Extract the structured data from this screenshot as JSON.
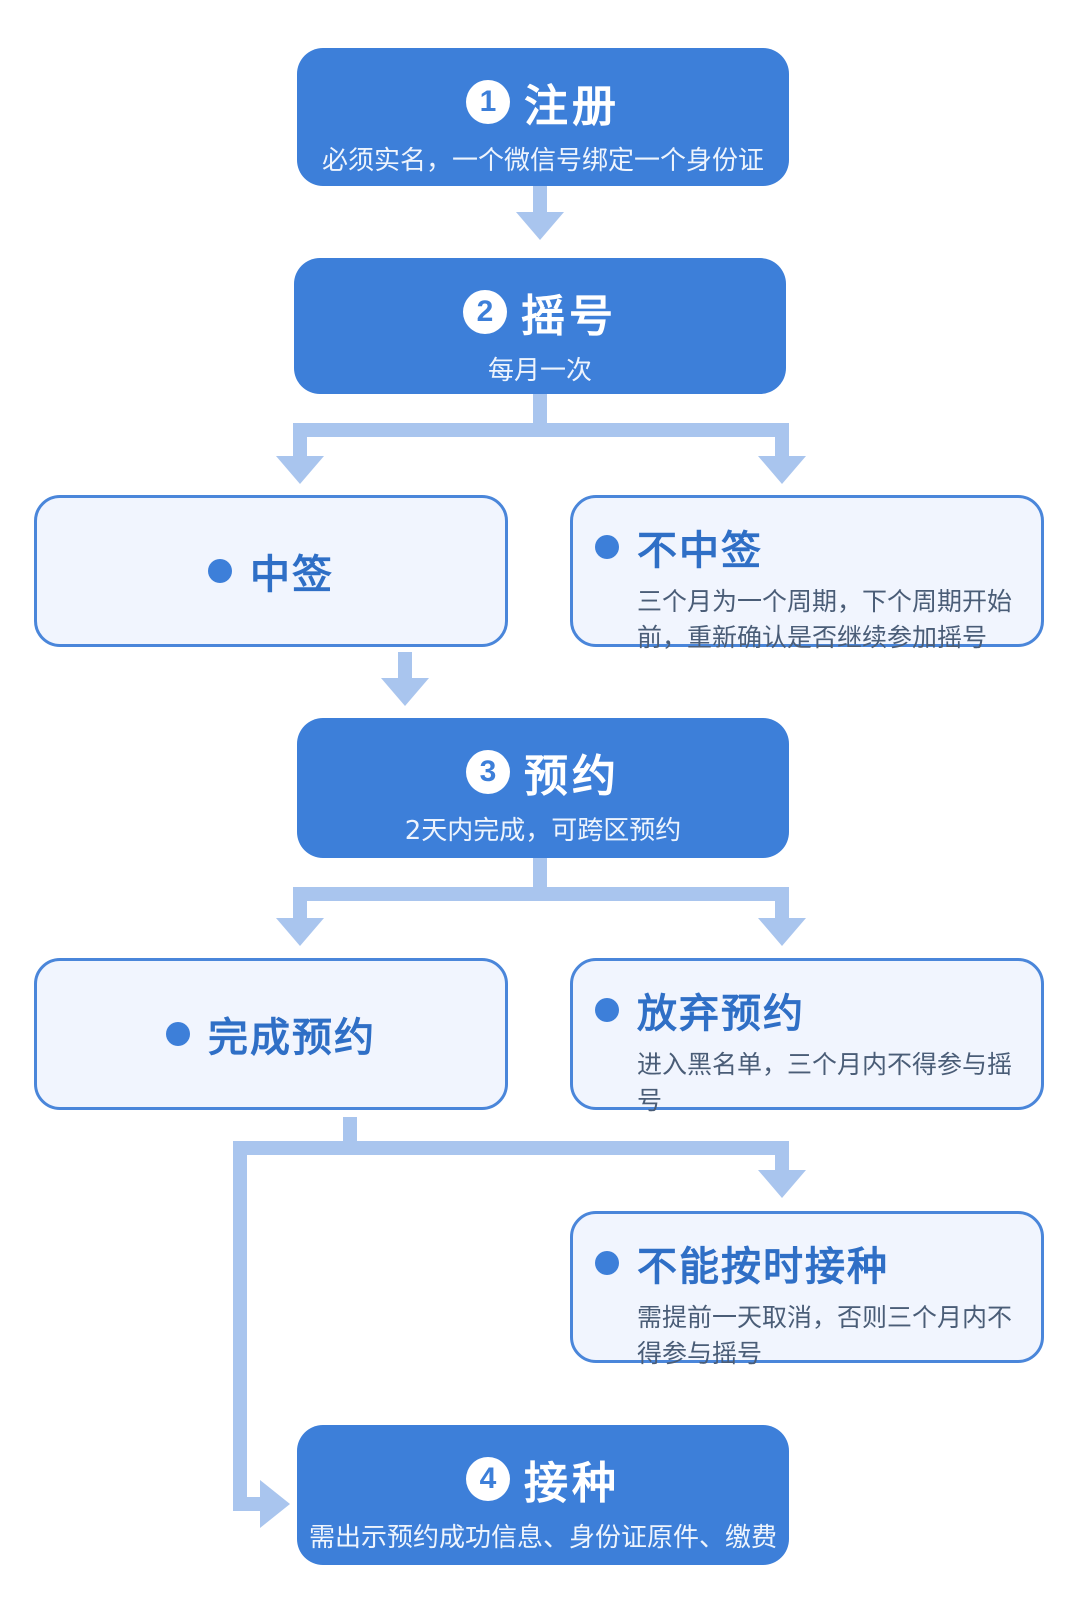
{
  "colors": {
    "step_fill": "#3d7fd9",
    "outcome_fill": "#f1f5fe",
    "outcome_border": "#4a86da",
    "connector": "#a9c5ee"
  },
  "steps": [
    {
      "number": "1",
      "title": "注册",
      "desc": "必须实名，一个微信号绑定一个身份证"
    },
    {
      "number": "2",
      "title": "摇号",
      "desc": "每月一次"
    },
    {
      "number": "3",
      "title": "预约",
      "desc": "2天内完成，可跨区预约"
    },
    {
      "number": "4",
      "title": "接种",
      "desc": "需出示预约成功信息、身份证原件、缴费"
    }
  ],
  "outcomes": {
    "won": {
      "title": "中签"
    },
    "not_won": {
      "title": "不中签",
      "desc": "三个月为一个周期，下个周期开始前，重新确认是否继续参加摇号"
    },
    "booked": {
      "title": "完成预约"
    },
    "abandon": {
      "title": "放弃预约",
      "desc": "进入黑名单，三个月内不得参与摇号"
    },
    "cannot_attend": {
      "title": "不能按时接种",
      "desc": "需提前一天取消，否则三个月内不得参与摇号"
    }
  }
}
